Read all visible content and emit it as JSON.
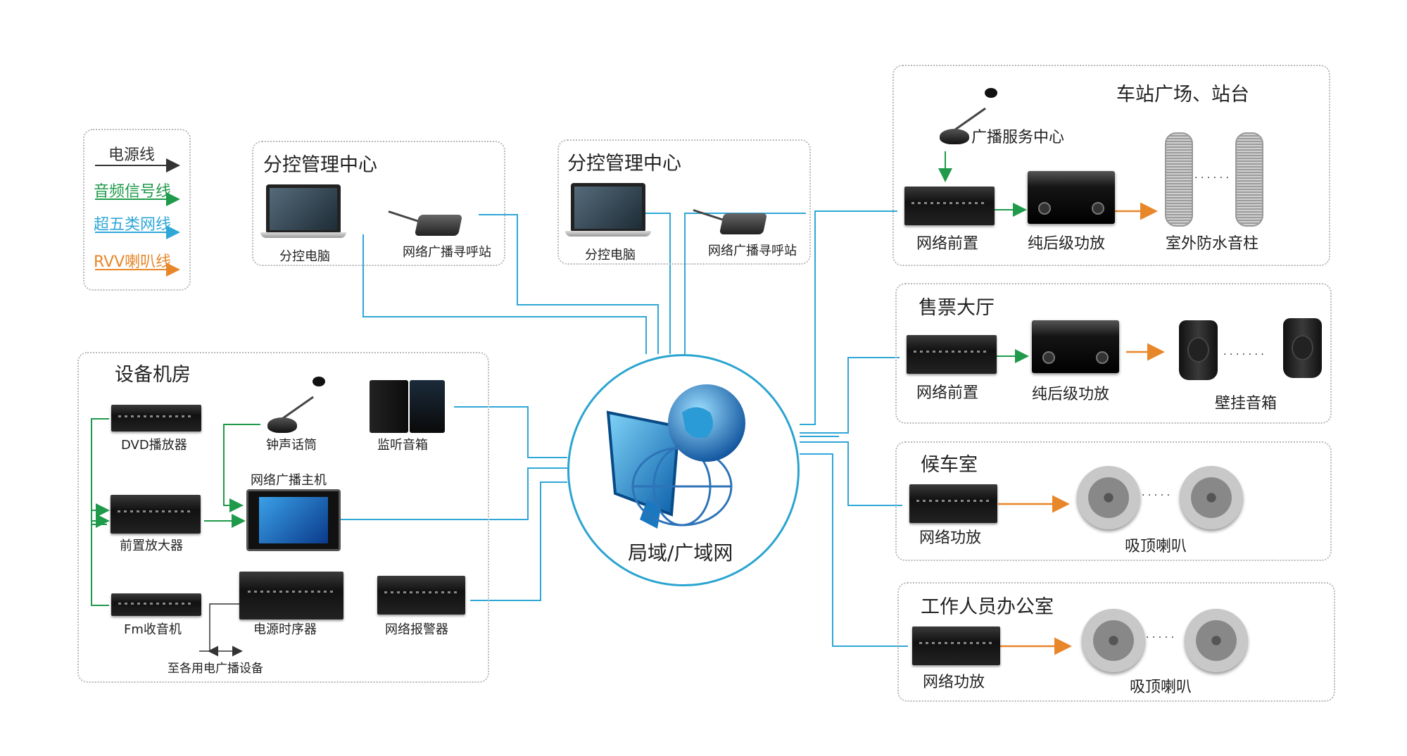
{
  "legend": {
    "items": [
      {
        "label": "电源线",
        "color": "#333333"
      },
      {
        "label": "音频信号线",
        "color": "#1e9a4a"
      },
      {
        "label": "超五类网线",
        "color": "#2fa7d7"
      },
      {
        "label": "RVV喇叭线",
        "color": "#e8862a"
      }
    ]
  },
  "colors": {
    "network": "#2fa7d7",
    "audio": "#1e9a4a",
    "speaker": "#e8862a",
    "power": "#333333",
    "border": "#b8b8b8"
  },
  "sub_center_1": {
    "title": "分控管理中心",
    "pc_label": "分控电脑",
    "pager_label": "网络广播寻呼站"
  },
  "sub_center_2": {
    "title": "分控管理中心",
    "pc_label": "分控电脑",
    "pager_label": "网络广播寻呼站"
  },
  "equipment_room": {
    "title": "设备机房",
    "dvd": "DVD播放器",
    "bell_mic": "钟声话筒",
    "monitor_speaker": "监听音箱",
    "host": "网络广播主机",
    "preamp": "前置放大器",
    "fm": "Fm收音机",
    "sequencer": "电源时序器",
    "alarm": "网络报警器",
    "backup": "至各用电广播设备"
  },
  "center": {
    "label": "局域/广域网"
  },
  "station_plaza": {
    "title": "车站广场、站台",
    "service_center": "广播服务中心",
    "pre": "网络前置",
    "amp": "纯后级功放",
    "speaker": "室外防水音柱",
    "dots": "· · · · · ·"
  },
  "ticket_hall": {
    "title": "售票大厅",
    "pre": "网络前置",
    "amp": "纯后级功放",
    "speaker": "壁挂音箱",
    "dots": "· · · · · · ·"
  },
  "waiting_room": {
    "title": "候车室",
    "amp": "网络功放",
    "speaker": "吸顶喇叭",
    "dots": "· · · · ·"
  },
  "staff_office": {
    "title": "工作人员办公室",
    "amp": "网络功放",
    "speaker": "吸顶喇叭",
    "dots": "· · · · ·"
  }
}
